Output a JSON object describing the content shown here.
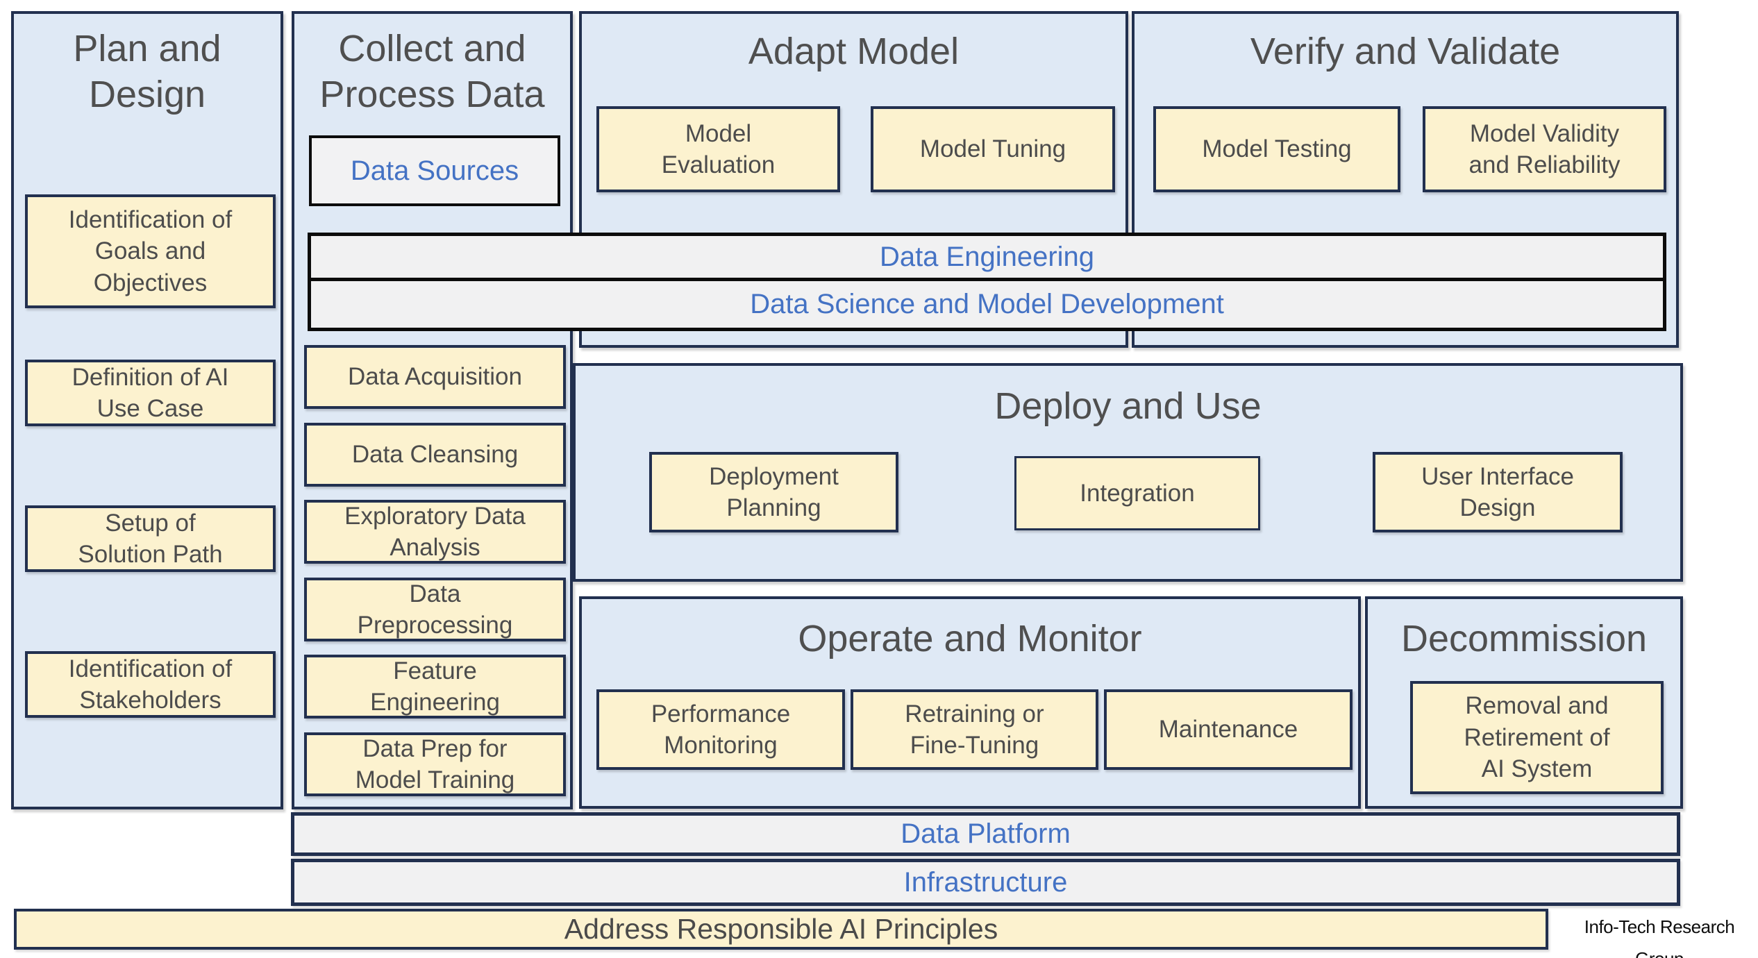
{
  "diagram": {
    "plan": {
      "title": "Plan and\nDesign",
      "boxes": [
        "Identification of\nGoals and\nObjectives",
        "Definition of AI\nUse Case",
        "Setup of\nSolution Path",
        "Identification of\nStakeholders"
      ]
    },
    "collect": {
      "title": "Collect and\nProcess Data",
      "data_sources": "Data Sources",
      "boxes": [
        "Data Acquisition",
        "Data Cleansing",
        "Exploratory Data\nAnalysis",
        "Data\nPreprocessing",
        "Feature\nEngineering",
        "Data Prep for\nModel Training"
      ]
    },
    "adapt": {
      "title": "Adapt Model",
      "boxes": [
        "Model\nEvaluation",
        "Model Tuning"
      ]
    },
    "verify": {
      "title": "Verify and Validate",
      "boxes": [
        "Model Testing",
        "Model Validity\nand Reliability"
      ]
    },
    "layer_bars": [
      "Data Engineering",
      "Data Science and Model Development"
    ],
    "deploy": {
      "title": "Deploy and Use",
      "boxes": [
        "Deployment\nPlanning",
        "Integration",
        "User Interface\nDesign"
      ]
    },
    "operate": {
      "title": "Operate and Monitor",
      "boxes": [
        "Performance\nMonitoring",
        "Retraining or\nFine-Tuning",
        "Maintenance"
      ]
    },
    "decommission": {
      "title": "Decommission",
      "boxes": [
        "Removal and\nRetirement of\nAI System"
      ]
    },
    "bottom_bars": [
      "Data Platform",
      "Infrastructure"
    ],
    "responsible_bar": "Address Responsible AI Principles",
    "branding": "Info-Tech Research Group"
  },
  "colors": {
    "section_fill": "#dfe9f5",
    "section_border": "#22304f",
    "task_fill": "#fcf2cf",
    "lane_fill": "#f1f1f2",
    "lane_border_black": "#0c0c0c",
    "link_blue": "#4472c4",
    "title_gray": "#4f4f4f",
    "background": "#ffffff"
  }
}
